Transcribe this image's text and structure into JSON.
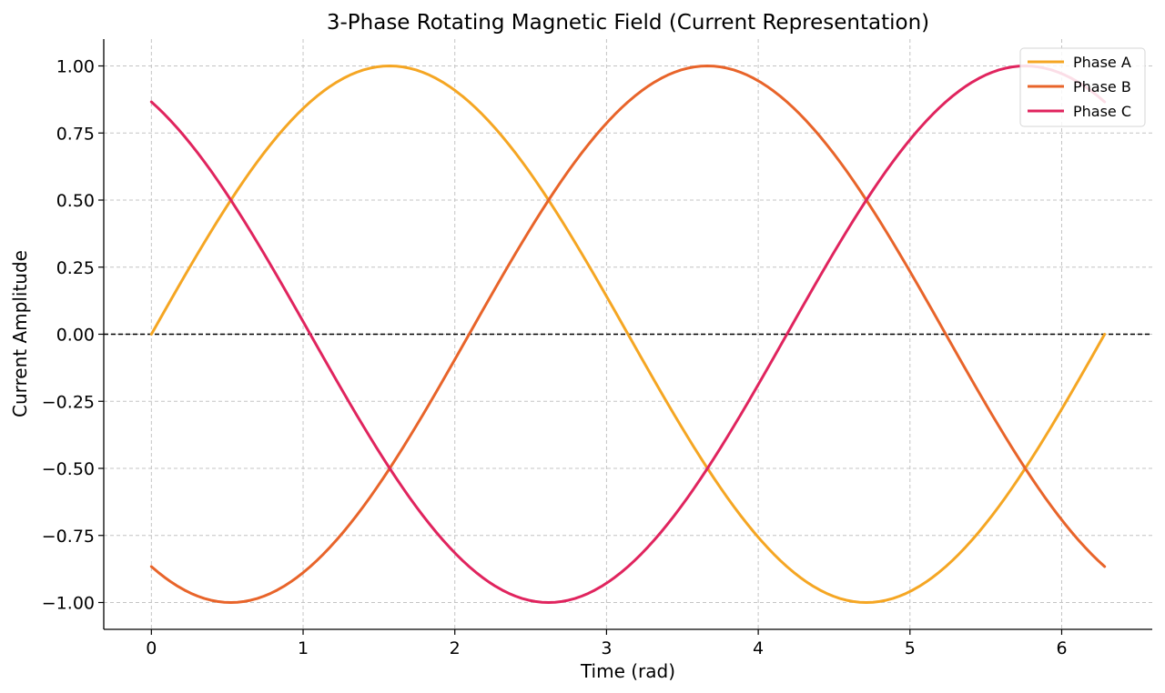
{
  "chart_data": {
    "type": "line",
    "title": "3-Phase Rotating Magnetic Field (Current Representation)",
    "xlabel": "Time (rad)",
    "ylabel": "Current Amplitude",
    "xlim": [
      -0.314,
      6.597
    ],
    "ylim": [
      -1.1,
      1.1
    ],
    "xticks": [
      0,
      1,
      2,
      3,
      4,
      5,
      6
    ],
    "xtick_labels": [
      "0",
      "1",
      "2",
      "3",
      "4",
      "5",
      "6"
    ],
    "yticks": [
      1.0,
      0.75,
      0.5,
      0.25,
      0.0,
      -0.25,
      -0.5,
      -0.75,
      -1.0
    ],
    "ytick_labels": [
      "1.00",
      "0.75",
      "0.50",
      "0.25",
      "0.00",
      "−0.25",
      "−0.50",
      "−0.75",
      "−1.00"
    ],
    "grid": true,
    "reference_line": {
      "y": 0,
      "style": "dashed",
      "color": "#000000"
    },
    "legend": {
      "position": "top-right"
    },
    "x": [
      0,
      0.2618,
      0.5236,
      0.7854,
      1.0472,
      1.309,
      1.5708,
      1.8326,
      2.0944,
      2.3562,
      2.618,
      2.8798,
      3.1416,
      3.4034,
      3.6652,
      3.927,
      4.1888,
      4.4506,
      4.7124,
      4.9742,
      5.236,
      5.4978,
      5.7596,
      6.0214,
      6.2832
    ],
    "series": [
      {
        "name": "Phase A",
        "color": "#F5A623",
        "values": [
          0,
          0.259,
          0.5,
          0.707,
          0.866,
          0.966,
          1,
          0.966,
          0.866,
          0.707,
          0.5,
          0.259,
          0,
          -0.259,
          -0.5,
          -0.707,
          -0.866,
          -0.966,
          -1,
          -0.966,
          -0.866,
          -0.707,
          -0.5,
          -0.259,
          0
        ]
      },
      {
        "name": "Phase B",
        "color": "#E8642A",
        "values": [
          -0.866,
          -0.966,
          -1,
          -0.966,
          -0.866,
          -0.707,
          -0.5,
          -0.259,
          0,
          0.259,
          0.5,
          0.707,
          0.866,
          0.966,
          1,
          0.966,
          0.866,
          0.707,
          0.5,
          0.259,
          0,
          -0.259,
          -0.5,
          -0.707,
          -0.866
        ]
      },
      {
        "name": "Phase C",
        "color": "#E0245E",
        "values": [
          0.866,
          0.707,
          0.5,
          0.259,
          0,
          -0.259,
          -0.5,
          -0.707,
          -0.866,
          -0.966,
          -1,
          -0.966,
          -0.866,
          -0.707,
          -0.5,
          -0.259,
          0,
          0.259,
          0.5,
          0.707,
          0.866,
          0.966,
          1,
          0.966,
          0.866
        ]
      }
    ]
  }
}
